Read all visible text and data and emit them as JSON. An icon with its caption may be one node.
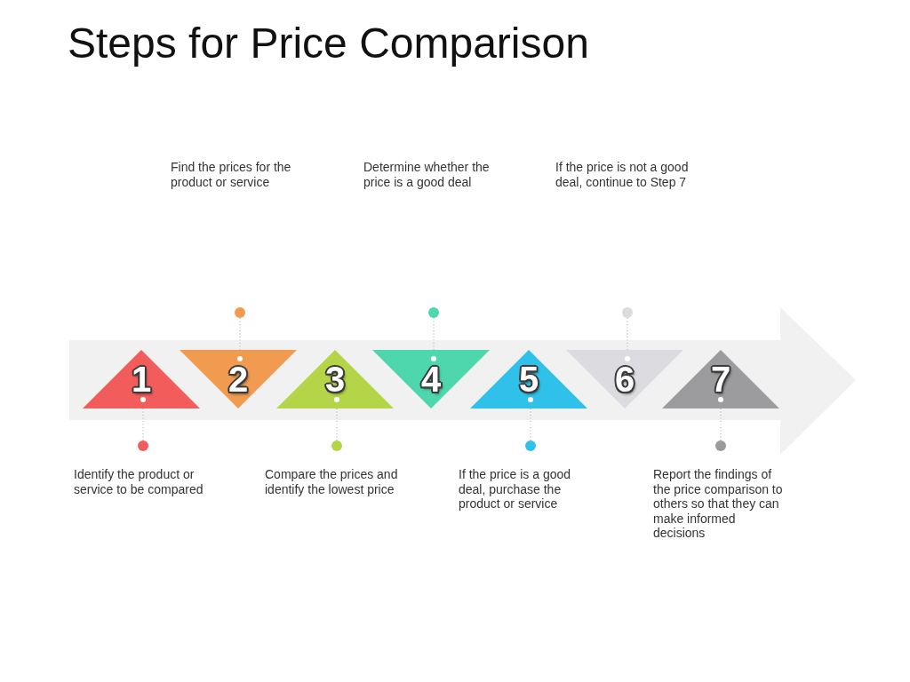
{
  "diagram": {
    "title": "Steps for Price Comparison",
    "nodes": [
      {
        "text": [
          "1"
        ]
      },
      {
        "text": [],
        "shape": "circle",
        "beside": [
          "Identify the product or service to be compared"
        ]
      },
      {
        "text": [
          "2"
        ]
      },
      {
        "text": [],
        "shape": "circle"
      },
      {
        "text": [
          "3"
        ]
      },
      {
        "text": [],
        "shape": "circle",
        "beside": [
          "Compare the prices and identify the lowest price"
        ]
      },
      {
        "text": [
          "4"
        ]
      },
      {
        "text": [],
        "shape": "circle"
      },
      {
        "text": [
          "5"
        ]
      },
      {
        "text": [],
        "shape": "circle",
        "beside": [
          "If the price is a good deal, purchase the product or service"
        ]
      },
      {
        "text": [
          "6"
        ]
      },
      {
        "text": [],
        "shape": "circle"
      },
      {
        "text": [
          "7"
        ]
      },
      {
        "text": [],
        "shape": "circle",
        "beside": [
          "Report the findings of the price comparison to others so that they can make informed decisions"
        ]
      }
    ],
    "edges": [
      {
        "from": 0,
        "to": 1,
        "arrow": "other"
      },
      {
        "from": 2,
        "to": 3,
        "arrow": "other"
      },
      {
        "from": 4,
        "to": 5,
        "arrow": "other"
      },
      {
        "from": 6,
        "to": 7,
        "arrow": "other"
      },
      {
        "from": 8,
        "to": 9,
        "arrow": "other"
      },
      {
        "from": 10,
        "to": 11,
        "arrow": "other"
      },
      {
        "from": 12,
        "to": 13,
        "arrow": "other"
      }
    ],
    "labels": [
      "Find the prices for the product or service",
      "Determine whether the price is a good deal",
      "If the price is not a good deal, continue to Step 7"
    ]
  }
}
